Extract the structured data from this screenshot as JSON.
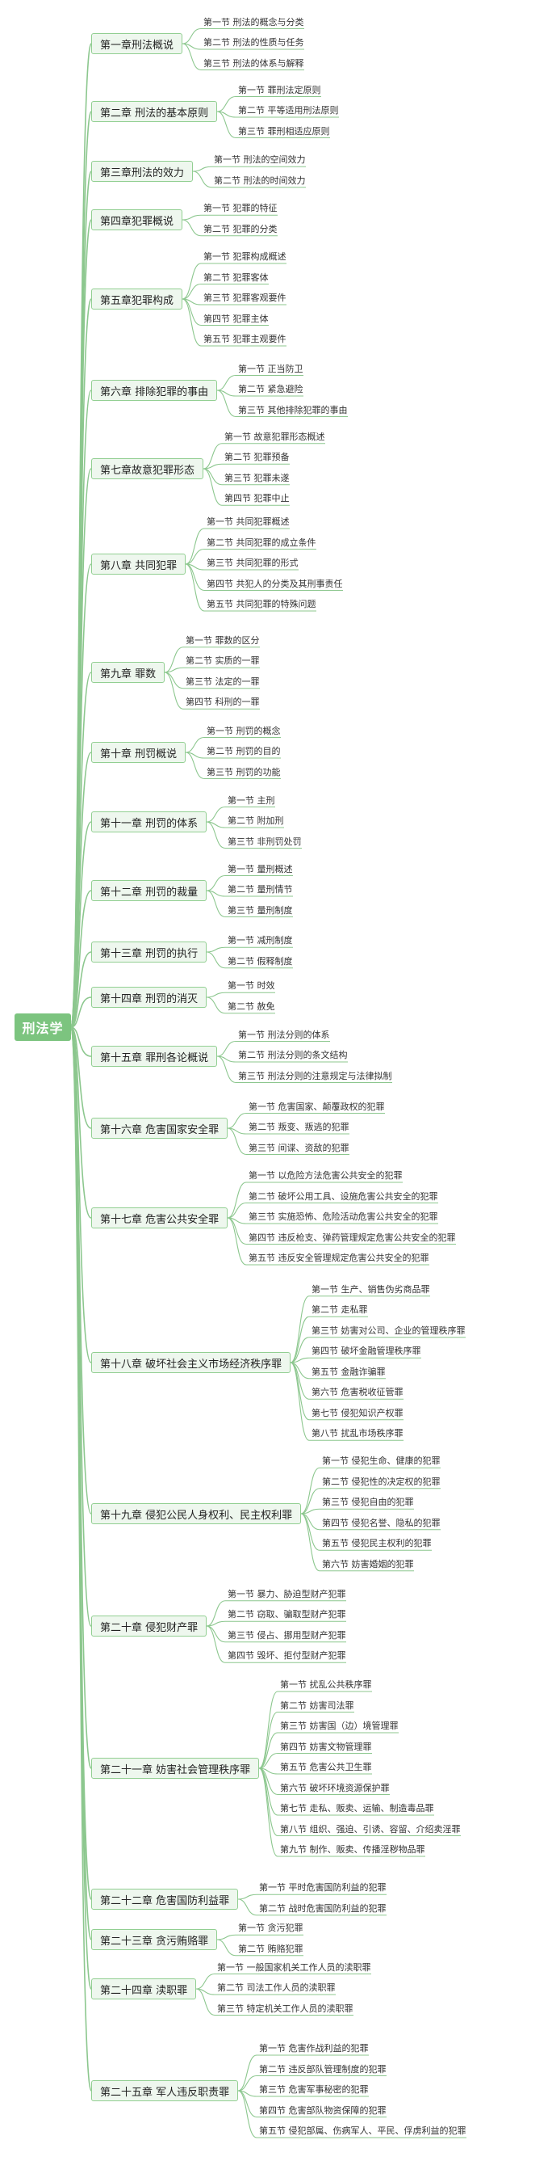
{
  "root": "刑法学",
  "colors": {
    "root_fill": "#7cc47f",
    "line": "#8cc78e",
    "chapter_fill": "#eef7ee",
    "chapter_border": "#92cf92"
  },
  "chapters": [
    {
      "title": "第一章刑法概说",
      "sections": [
        "第一节 刑法的概念与分类",
        "第二节 刑法的性质与任务",
        "第三节 刑法的体系与解释"
      ]
    },
    {
      "title": "第二章 刑法的基本原则",
      "sections": [
        "第一节 罪刑法定原则",
        "第二节 平等适用刑法原则",
        "第三节 罪刑相适应原则"
      ]
    },
    {
      "title": "第三章刑法的效力",
      "sections": [
        "第一节 刑法的空间效力",
        "第二节 刑法的时间效力"
      ]
    },
    {
      "title": "第四章犯罪概说",
      "sections": [
        "第一节 犯罪的特征",
        "第二节 犯罪的分类"
      ]
    },
    {
      "title": "第五章犯罪构成",
      "sections": [
        "第一节 犯罪构成概述",
        "第二节 犯罪客体",
        "第三节 犯罪客观要件",
        "第四节 犯罪主体",
        "第五节 犯罪主观要件"
      ]
    },
    {
      "title": "第六章 排除犯罪的事由",
      "sections": [
        "第一节 正当防卫",
        "第二节 紧急避险",
        "第三节 其他排除犯罪的事由"
      ]
    },
    {
      "title": "第七章故意犯罪形态",
      "sections": [
        "第一节 故意犯罪形态概述",
        "第二节 犯罪预备",
        "第三节 犯罪未遂",
        "第四节 犯罪中止"
      ]
    },
    {
      "title": "第八章 共同犯罪",
      "sections": [
        "第一节 共同犯罪概述",
        "第二节 共同犯罪的成立条件",
        "第三节 共同犯罪的形式",
        "第四节 共犯人的分类及其刑事责任",
        "第五节 共同犯罪的特殊问题"
      ]
    },
    {
      "title": "第九章 罪数",
      "sections": [
        "第一节 罪数的区分",
        "第二节 实质的一罪",
        "第三节 法定的一罪",
        "第四节 科刑的一罪"
      ]
    },
    {
      "title": "第十章 刑罚概说",
      "sections": [
        "第一节 刑罚的概念",
        "第二节 刑罚的目的",
        "第三节 刑罚的功能"
      ]
    },
    {
      "title": "第十一章 刑罚的体系",
      "sections": [
        "第一节 主刑",
        "第二节 附加刑",
        "第三节 非刑罚处罚"
      ]
    },
    {
      "title": "第十二章 刑罚的裁量",
      "sections": [
        "第一节 量刑概述",
        "第二节 量刑情节",
        "第三节 量刑制度"
      ]
    },
    {
      "title": "第十三章 刑罚的执行",
      "sections": [
        "第一节 减刑制度",
        "第二节 假释制度"
      ]
    },
    {
      "title": "第十四章 刑罚的消灭",
      "sections": [
        "第一节 时效",
        "第二节 赦免"
      ]
    },
    {
      "title": "第十五章 罪刑各论概说",
      "sections": [
        "第一节 刑法分则的体系",
        "第二节 刑法分则的条文结构",
        "第三节 刑法分则的注意规定与法律拟制"
      ]
    },
    {
      "title": "第十六章 危害国家安全罪",
      "sections": [
        "第一节 危害国家、颠覆政权的犯罪",
        "第二节 叛变、叛逃的犯罪",
        "第三节 间谍、资敌的犯罪"
      ]
    },
    {
      "title": "第十七章 危害公共安全罪",
      "sections": [
        "第一节 以危险方法危害公共安全的犯罪",
        "第二节 破坏公用工具、设施危害公共安全的犯罪",
        "第三节 实施恐怖、危险活动危害公共安全的犯罪",
        "第四节 违反枪支、弹药管理规定危害公共安全的犯罪",
        "第五节 违反安全管理规定危害公共安全的犯罪"
      ]
    },
    {
      "title": "第十八章 破坏社会主义市场经济秩序罪",
      "sections": [
        "第一节 生产、销售伪劣商品罪",
        "第二节 走私罪",
        "第三节 妨害对公司、企业的管理秩序罪",
        "第四节 破坏金融管理秩序罪",
        "第五节 金融诈骗罪",
        "第六节 危害税收征管罪",
        "第七节 侵犯知识产权罪",
        "第八节 扰乱市场秩序罪"
      ]
    },
    {
      "title": "第十九章 侵犯公民人身权利、民主权利罪",
      "sections": [
        "第一节 侵犯生命、健康的犯罪",
        "第二节 侵犯性的决定权的犯罪",
        "第三节 侵犯自由的犯罪",
        "第四节 侵犯名誉、隐私的犯罪",
        "第五节 侵犯民主权利的犯罪",
        "第六节 妨害婚姻的犯罪"
      ]
    },
    {
      "title": "第二十章 侵犯财产罪",
      "sections": [
        "第一节 暴力、胁迫型财产犯罪",
        "第二节 窃取、骗取型财产犯罪",
        "第三节 侵占、挪用型财产犯罪",
        "第四节 毁坏、拒付型财产犯罪"
      ]
    },
    {
      "title": "第二十一章 妨害社会管理秩序罪",
      "sections": [
        "第一节 扰乱公共秩序罪",
        "第二节 妨害司法罪",
        "第三节 妨害国（边）境管理罪",
        "第四节 妨害文物管理罪",
        "第五节 危害公共卫生罪",
        "第六节 破坏环境资源保护罪",
        "第七节 走私、贩卖、运输、制造毒品罪",
        "第八节 组织、强迫、引诱、容留、介绍卖淫罪",
        "第九节 制作、贩卖、传播淫秽物品罪"
      ]
    },
    {
      "title": "第二十二章 危害国防利益罪",
      "sections": [
        "第一节 平时危害国防利益的犯罪",
        "第二节 战时危害国防利益的犯罪"
      ]
    },
    {
      "title": "第二十三章 贪污贿赂罪",
      "sections": [
        "第一节 贪污犯罪",
        "第二节 贿赂犯罪"
      ]
    },
    {
      "title": "第二十四章 渎职罪",
      "sections": [
        "第一节 一般国家机关工作人员的渎职罪",
        "第二节 司法工作人员的渎职罪",
        "第三节 特定机关工作人员的渎职罪"
      ]
    },
    {
      "title": "第二十五章 军人违反职责罪",
      "sections": [
        "第一节 危害作战利益的犯罪",
        "第二节 违反部队管理制度的犯罪",
        "第三节 危害军事秘密的犯罪",
        "第四节 危害部队物资保障的犯罪",
        "第五节 侵犯部属、伤病军人、平民、俘虏利益的犯罪"
      ]
    }
  ]
}
